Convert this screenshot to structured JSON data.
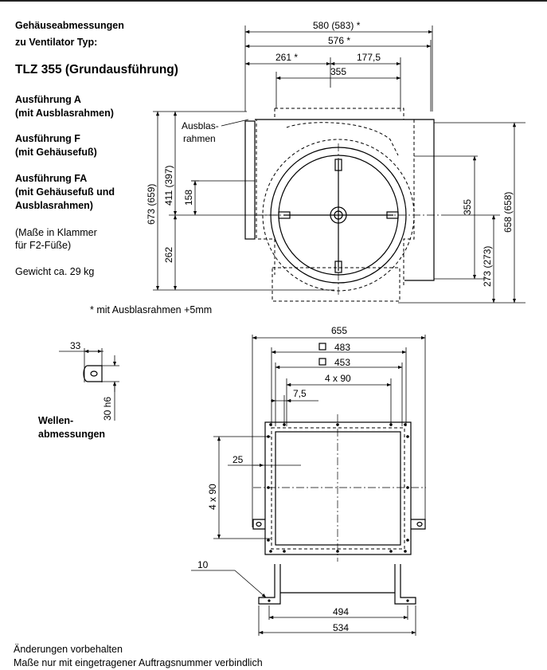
{
  "header": {
    "line1": "Gehäuseabmessungen",
    "line2": "zu Ventilator Typ:",
    "model": "TLZ 355 (Grundausführung)"
  },
  "variants": [
    {
      "name": "Ausführung A",
      "desc": "(mit Ausblasrahmen)"
    },
    {
      "name": "Ausführung F",
      "desc": "(mit Gehäusefuß)"
    },
    {
      "name": "Ausführung FA",
      "desc": "(mit Gehäusefuß und",
      "desc2": "Ausblasrahmen)"
    }
  ],
  "note_brackets": {
    "line1": "(Maße in Klammer",
    "line2": "für F2-Füße)"
  },
  "weight": "Gewicht ca. 29 kg",
  "footnote_star": "* mit Ausblasrahmen +5mm",
  "shaft": {
    "label1": "Wellen-",
    "label2": "abmessungen",
    "dim_33": "33",
    "dim_30": "30 h6"
  },
  "front_view": {
    "outlet_label1": "Ausblas-",
    "outlet_label2": "rahmen",
    "dims": {
      "top_580": "580 (583) *",
      "top_576": "576 *",
      "top_261": "261 *",
      "top_177": "177,5",
      "top_355": "355",
      "left_673": "673 (659)",
      "left_411": "411 (397)",
      "left_158": "158",
      "left_262": "262",
      "right_355": "355",
      "right_273": "273 (273)",
      "right_658": "658 (658)"
    }
  },
  "side_view": {
    "dims": {
      "w_655": "655",
      "w_483": "483",
      "w_453": "453",
      "w_4x90": "4 x 90",
      "w_7_5": "7,5",
      "h_25": "25",
      "h_4x90": "4 x 90",
      "f_10": "10",
      "f_494": "494",
      "f_534": "534"
    }
  },
  "footer": {
    "line1": "Änderungen vorbehalten",
    "line2": "Maße nur mit eingetragener Auftragsnummer verbindlich"
  }
}
